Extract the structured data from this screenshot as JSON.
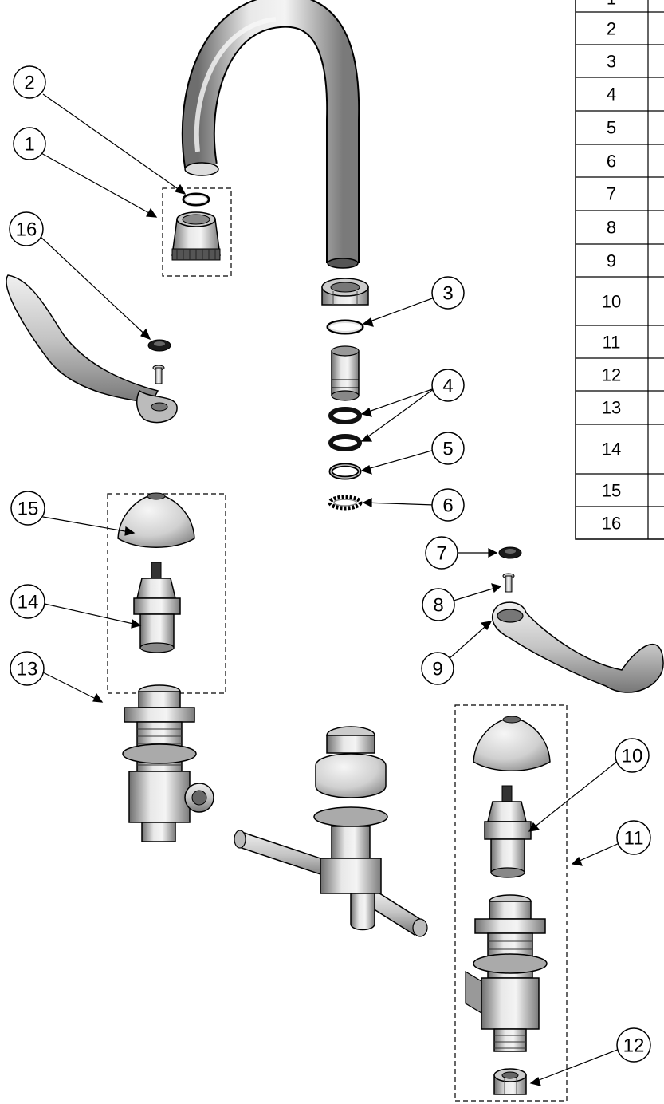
{
  "callouts": [
    "1",
    "2",
    "3",
    "4",
    "5",
    "6",
    "7",
    "8",
    "9",
    "10",
    "11",
    "12",
    "13",
    "14",
    "15",
    "16"
  ],
  "parts_table": {
    "item_numbers": [
      "1",
      "2",
      "3",
      "4",
      "5",
      "6",
      "7",
      "8",
      "9",
      "10",
      "11",
      "12",
      "13",
      "14",
      "15",
      "16"
    ]
  },
  "colors": {
    "line": "#000000",
    "chrome_light": "#e6e6e6",
    "chrome_mid": "#b4b4b4",
    "chrome_dark": "#6e6e6e",
    "rubber": "#1a1a1a"
  }
}
